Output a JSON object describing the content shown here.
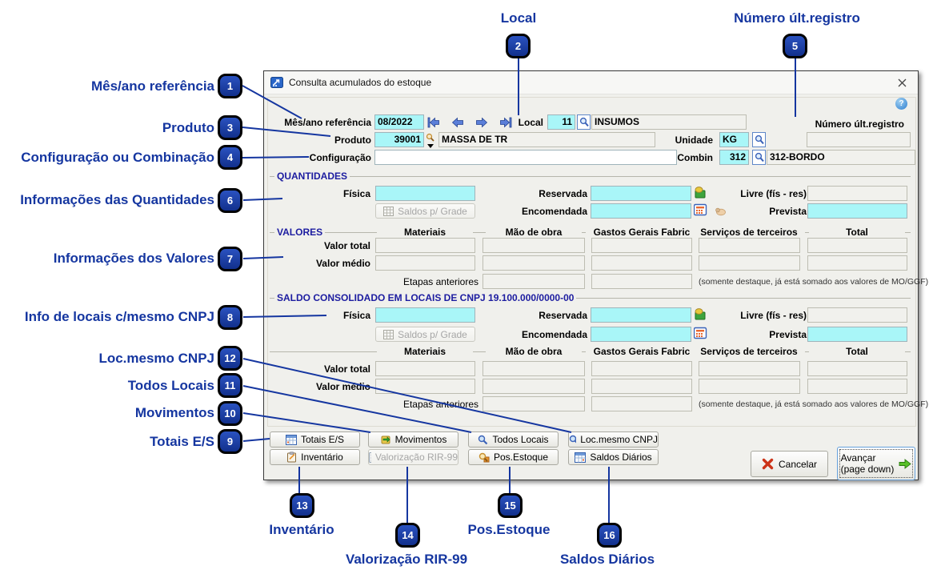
{
  "colors": {
    "annotation": "#1536a0",
    "field_cyan": "#a9f6f8",
    "group_label": "#1c1ca0",
    "disabled_text": "#a6a6a6",
    "cancel_x": "#cc3318",
    "advance_arrow": "#58b828"
  },
  "icons": {
    "window": "chart-arrow-icon",
    "help": "question-circle-icon",
    "close": "x-icon",
    "nav_first": "arrow-bar-left-icon",
    "nav_prev": "arrow-left-icon",
    "nav_next": "arrow-right-icon",
    "nav_last": "arrow-bar-right-icon",
    "lookup": "magnifier-icon",
    "reservada": "reserved-stock-icon",
    "encomendada": "calculator-icon",
    "hand": "hand-icon",
    "grade": "grid-icon",
    "cancel": "red-x-icon",
    "advance": "green-arrow-icon"
  },
  "callouts": [
    {
      "num": "1",
      "label": "Mês/ano referência"
    },
    {
      "num": "2",
      "label": "Local"
    },
    {
      "num": "3",
      "label": "Produto"
    },
    {
      "num": "4",
      "label": "Configuração ou Combinação"
    },
    {
      "num": "5",
      "label": "Número últ.registro"
    },
    {
      "num": "6",
      "label": "Informações das Quantidades"
    },
    {
      "num": "7",
      "label": "Informações dos Valores"
    },
    {
      "num": "8",
      "label": "Info de locais c/mesmo CNPJ"
    },
    {
      "num": "9",
      "label": "Totais E/S"
    },
    {
      "num": "10",
      "label": "Movimentos"
    },
    {
      "num": "11",
      "label": "Todos Locais"
    },
    {
      "num": "12",
      "label": "Loc.mesmo CNPJ"
    },
    {
      "num": "13",
      "label": "Inventário"
    },
    {
      "num": "14",
      "label": "Valorização RIR-99"
    },
    {
      "num": "15",
      "label": "Pos.Estoque"
    },
    {
      "num": "16",
      "label": "Saldos Diários"
    }
  ],
  "dialog": {
    "title": "Consulta acumulados do estoque",
    "help_glyph": "?",
    "header": {
      "mes_ano_label": "Mês/ano referência",
      "mes_ano_value": "08/2022",
      "local_label": "Local",
      "local_code": "11",
      "local_name": "INSUMOS",
      "num_ult_registro_label": "Número últ.registro",
      "num_ult_registro_value": "",
      "produto_label": "Produto",
      "produto_code": "39001",
      "produto_name": "MASSA DE TR",
      "unidade_label": "Unidade",
      "unidade_value": "KG",
      "config_label": "Configuração",
      "config_value": "",
      "combin_label": "Combin",
      "combin_code": "312",
      "combin_name": "312-BORDO"
    },
    "quantidades": {
      "group_label": "QUANTIDADES",
      "fisica_label": "Física",
      "saldos_grade_label": "Saldos p/ Grade",
      "reservada_label": "Reservada",
      "encomendada_label": "Encomendada",
      "livre_label": "Livre (fís - res)",
      "prevista_label": "Prevista"
    },
    "valores": {
      "group_label": "VALORES",
      "columns": [
        "Materiais",
        "Mão de obra",
        "Gastos Gerais Fabric",
        "Serviços de terceiros",
        "Total"
      ],
      "rows": [
        "Valor total",
        "Valor médio",
        "Etapas anteriores"
      ],
      "note": "(somente destaque, já está somado aos valores de MO/GGF)"
    },
    "consolidado": {
      "group_label": "SALDO CONSOLIDADO EM LOCAIS DE CNPJ 19.100.000/0000-00"
    },
    "buttons": {
      "totais_es": "Totais E/S",
      "movimentos": "Movimentos",
      "todos_locais": "Todos Locais",
      "loc_mesmo_cnpj": "Loc.mesmo CNPJ",
      "inventario": "Inventário",
      "valorizacao": "Valorização RIR-99",
      "pos_estoque": "Pos.Estoque",
      "saldos_diarios": "Saldos Diários",
      "cancelar": "Cancelar",
      "avancar_line1": "Avançar",
      "avancar_line2": "(page down)"
    }
  }
}
